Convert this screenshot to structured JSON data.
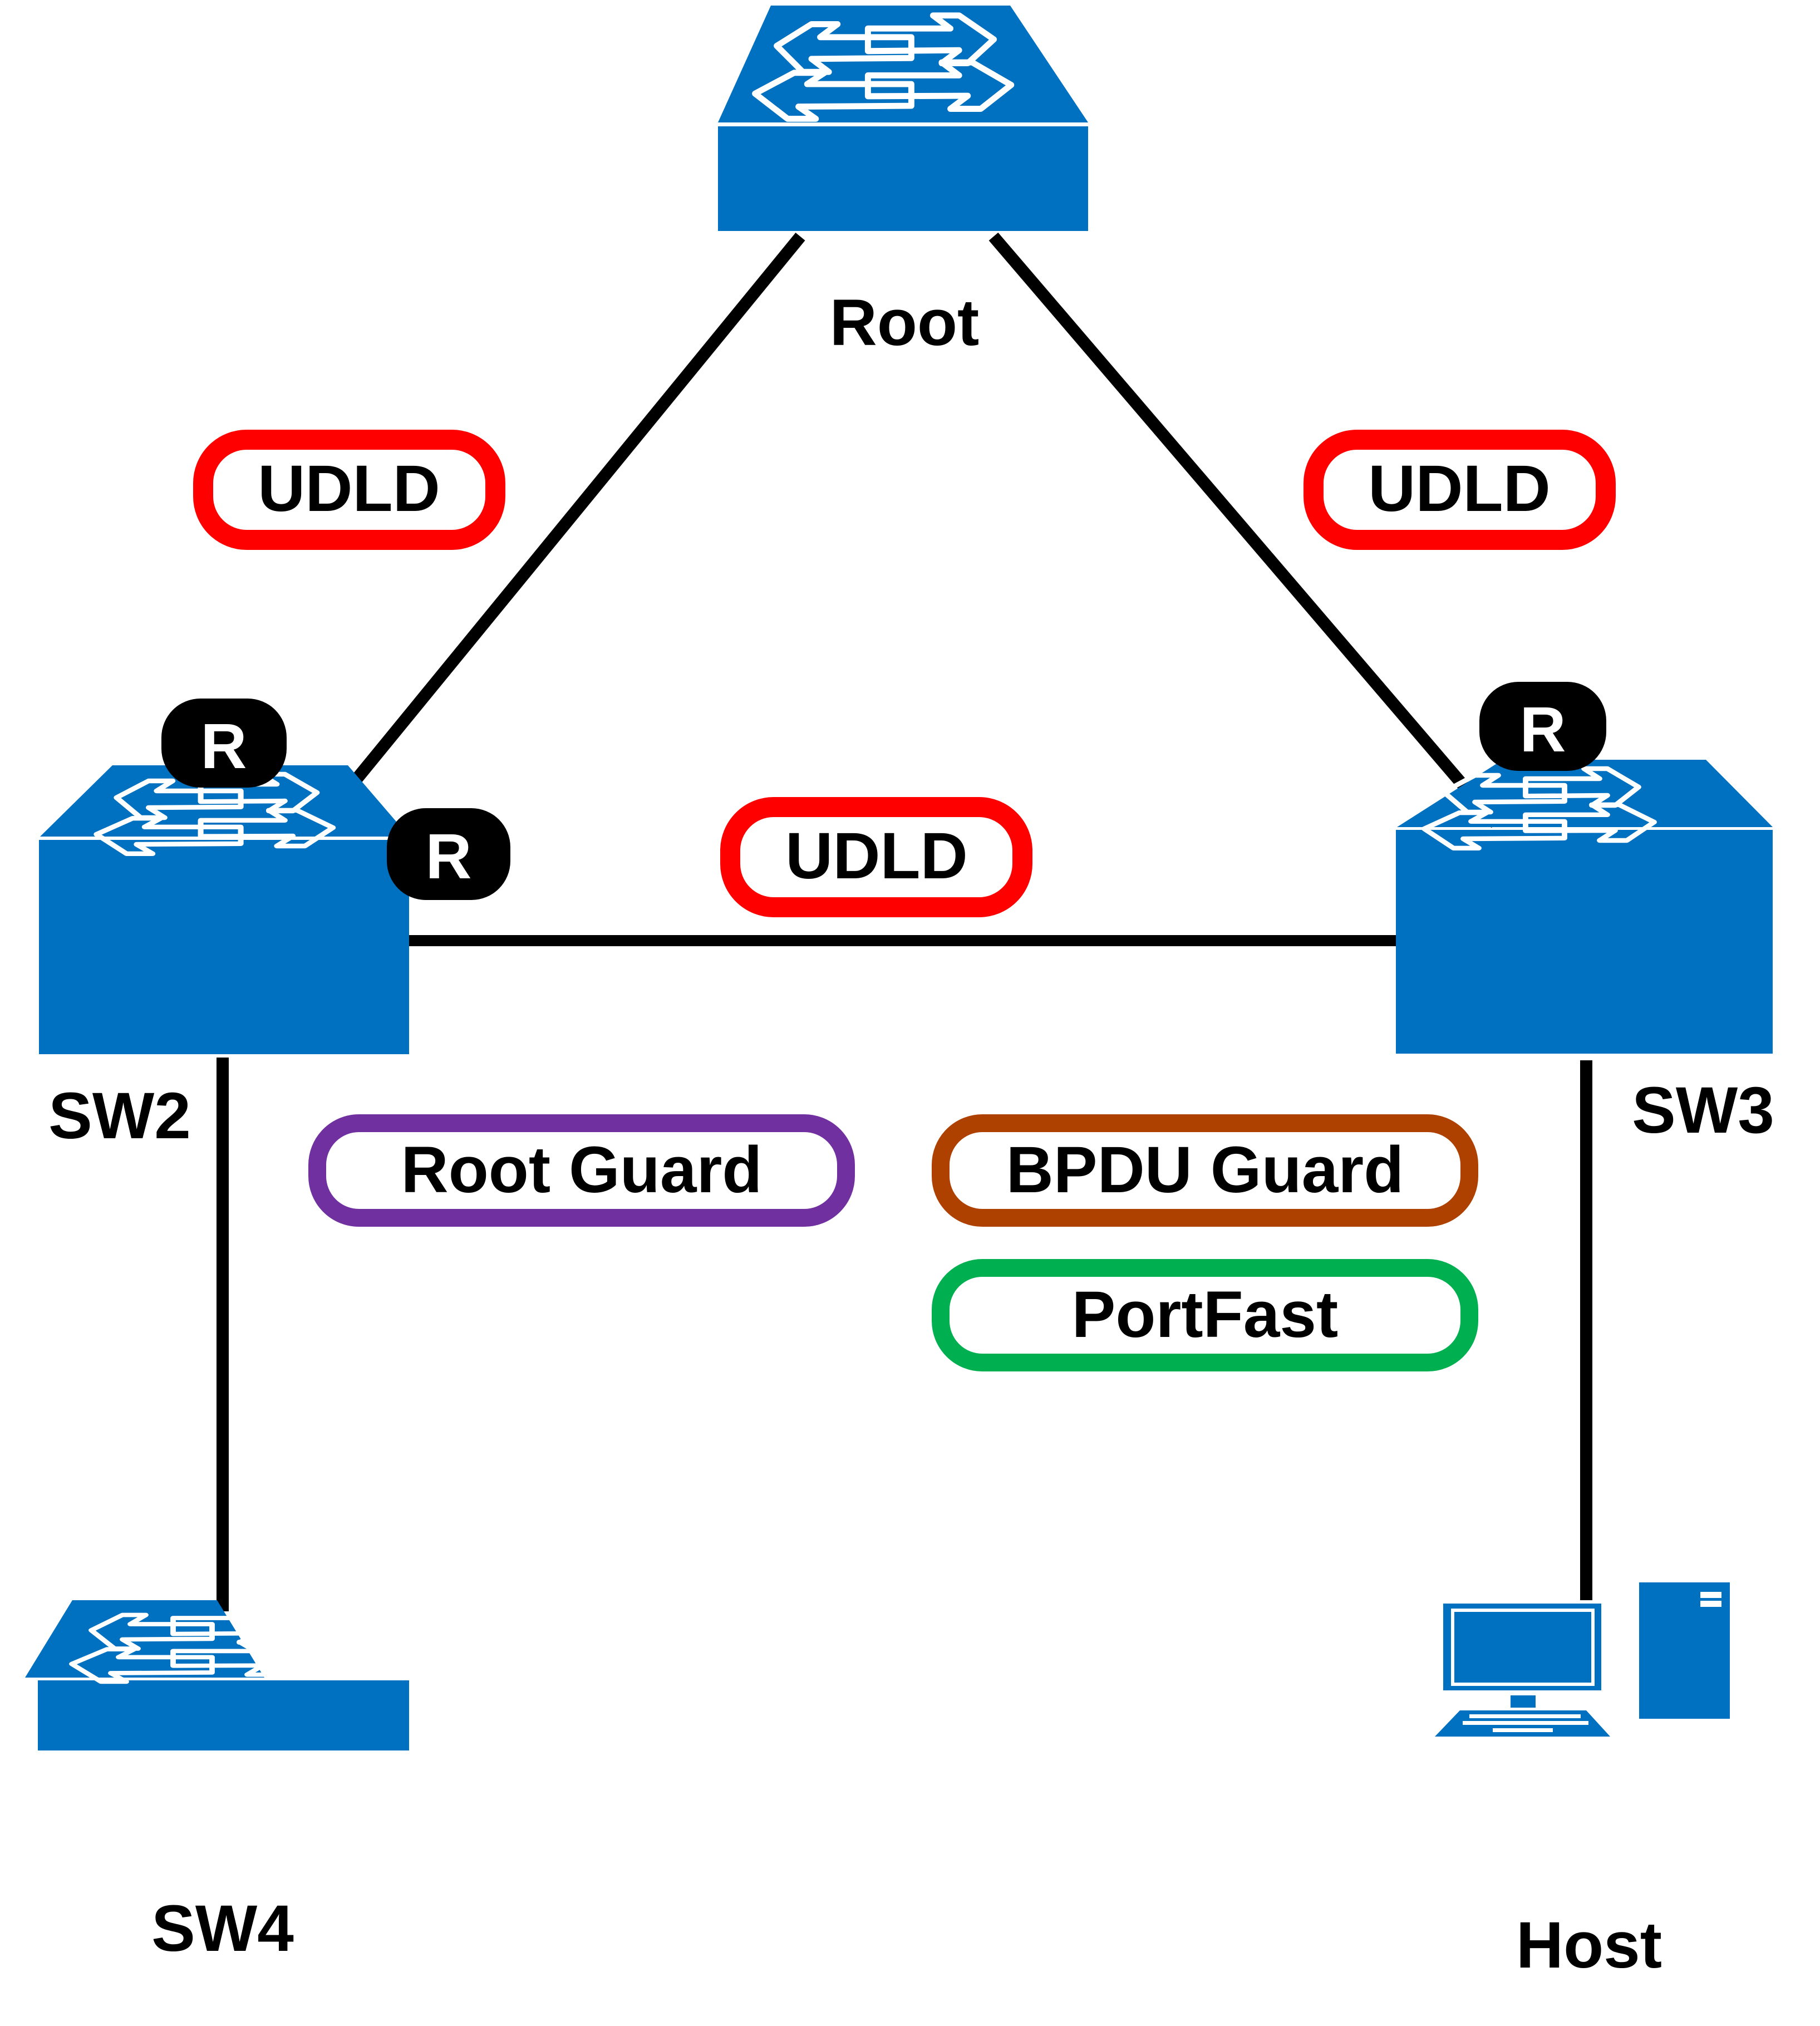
{
  "title": "STP protection features topology",
  "colors": {
    "device_blue": "#0070C0",
    "link": "#000000",
    "udld": "#FF0000",
    "root_guard": "#7030A0",
    "bpdu_guard": "#AE4100",
    "portfast": "#00B050",
    "badge_bg": "#000000"
  },
  "devices": {
    "root": {
      "label": "Root",
      "type": "switch"
    },
    "sw2": {
      "label": "SW2",
      "type": "switch"
    },
    "sw3": {
      "label": "SW3",
      "type": "switch"
    },
    "sw4": {
      "label": "SW4",
      "type": "switch"
    },
    "host": {
      "label": "Host",
      "type": "pc"
    }
  },
  "links": [
    {
      "from": "root",
      "to": "sw2",
      "feature": "UDLD"
    },
    {
      "from": "root",
      "to": "sw3",
      "feature": "UDLD"
    },
    {
      "from": "sw2",
      "to": "sw3",
      "feature": "UDLD"
    },
    {
      "from": "sw2",
      "to": "sw4",
      "feature": "Root Guard"
    },
    {
      "from": "sw3",
      "to": "host",
      "features": [
        "BPDU Guard",
        "PortFast"
      ]
    }
  ],
  "pills": {
    "udld_left": "UDLD",
    "udld_right": "UDLD",
    "udld_middle": "UDLD",
    "root_guard": "Root Guard",
    "bpdu_guard": "BPDU Guard",
    "portfast": "PortFast"
  },
  "badges": {
    "sw2_root_port": "R",
    "sw2_to_sw3_port": "R",
    "sw3_root_port": "R"
  }
}
